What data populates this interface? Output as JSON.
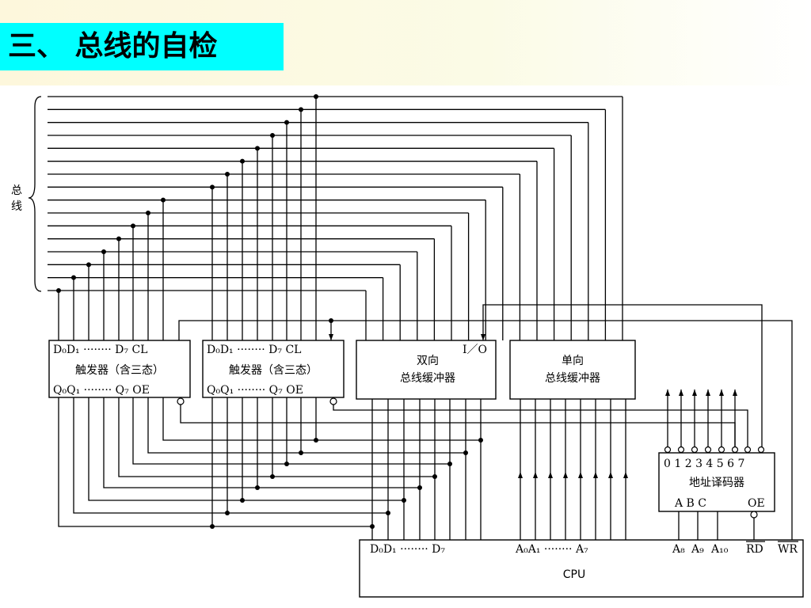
{
  "title": "三、 总线的自检",
  "bus_label": "总线",
  "ff1": {
    "top_label": "D₀D₁  ········  D₇ CL",
    "name": "触发器（含三态）",
    "bottom_label": "Q₀Q₁  ········  Q₇ OE"
  },
  "ff2": {
    "top_label": "D₀D₁  ········  D₇ CL",
    "name": "触发器（含三态）",
    "bottom_label": "Q₀Q₁  ········  Q₇ OE"
  },
  "bidir_buffer": {
    "line1": "双向",
    "line2": "总线缓冲器",
    "io": "I／O"
  },
  "unidir_buffer": {
    "line1": "单向",
    "line2": "总线缓冲器"
  },
  "decoder": {
    "outputs": "0 1 2 3 4 5 6 7",
    "name": "地址译码器",
    "inputs": "A  B  C",
    "oe": "OE"
  },
  "cpu": {
    "name": "CPU",
    "data_pins": "D₀D₁  ········  D₇",
    "addr_pins": "A₀A₁  ········  A₇",
    "a8": "A₈",
    "a9": "A₉",
    "a10": "A₁₀",
    "rd": "RD",
    "wr": "WR"
  }
}
